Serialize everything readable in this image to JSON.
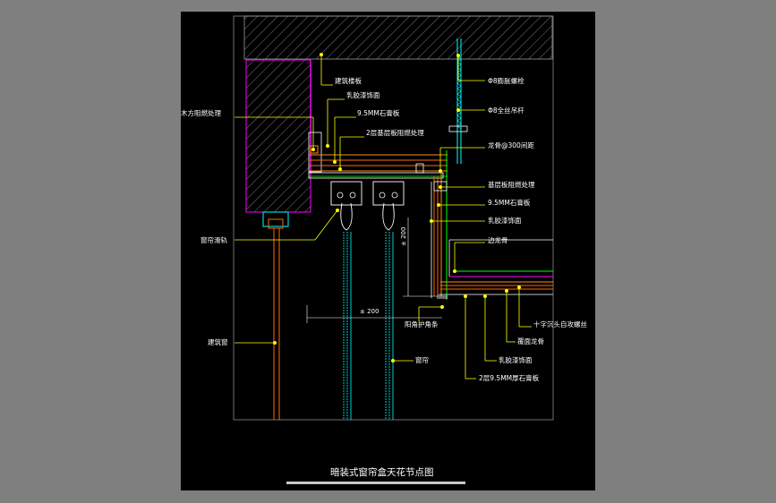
{
  "title": "暗装式窗帘盒天花节点图",
  "labels": {
    "building_slab": "建筑楼板",
    "expansion_bolt": "Φ8膨胀螺栓",
    "full_thread_rod": "Φ8全丝吊杆",
    "latex_paint_1": "乳胶漆饰面",
    "gypsum_1": "9.5MM石膏板",
    "wood_fireproof": "木方阻燃处理",
    "base_fireproof_2layer": "2层基层板阻燃处理",
    "keel_spacing": "龙骨@300间距",
    "base_fireproof": "基层板阻燃处理",
    "gypsum_2": "9.5MM石膏板",
    "latex_paint_2": "乳胶漆饰面",
    "edge_keel": "边龙骨",
    "curtain_rail": "窗帘滑轨",
    "cross_screw": "十字沉头自攻螺丝",
    "cover_keel": "覆面龙骨",
    "corner_guard": "阳角护角条",
    "latex_paint_3": "乳胶漆饰面",
    "gypsum_2layer": "2层9.5MM厚石膏板",
    "building_window": "建筑窗",
    "curtain": "窗帘",
    "dim_200_h": "± 200",
    "dim_200_v": "± 200"
  },
  "colors": {
    "background": "#000000",
    "outer": "#7f7f7f",
    "leader": "#ffff00",
    "slab_outline": "#ff00ff",
    "timber": "#ff8c1a",
    "gypsum": "#ff6a00",
    "keel": "#00ff00",
    "curtain": "#00ffff",
    "hatch": "#888888",
    "text": "#ffffff"
  }
}
